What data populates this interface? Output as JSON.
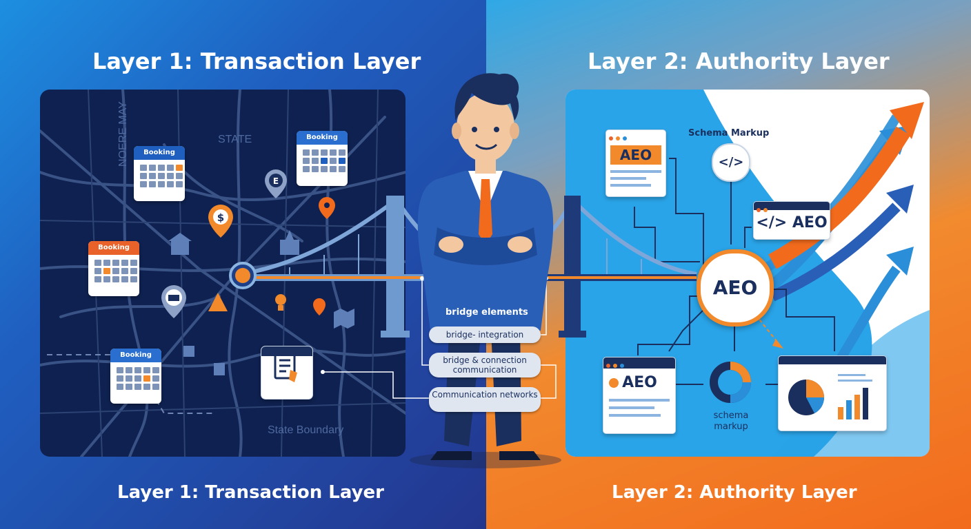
{
  "headings": {
    "left_top": "Layer 1: Transaction Layer",
    "right_top": "Layer 2: Authority Layer",
    "left_bottom": "Layer 1: Transaction Layer",
    "right_bottom": "Layer 2: Authority Layer"
  },
  "map": {
    "labels": {
      "vertical": "NOERE MAY",
      "state": "STATE",
      "boundary": "State Boundary"
    },
    "calendars": [
      {
        "label": "Booking",
        "color": "#1f5fc0"
      },
      {
        "label": "Booking",
        "color": "#2a6fd0"
      },
      {
        "label": "Booking",
        "color": "#e8622a"
      },
      {
        "label": "Booking",
        "color": "#2a6fd0"
      }
    ]
  },
  "bridge": {
    "title": "bridge elements",
    "items": [
      "bridge- integration",
      "bridge & connection communication",
      "Communication networks"
    ]
  },
  "authority": {
    "schema_title": "Schema Markup",
    "card_top_left": "AEO",
    "card_code": "</> AEO",
    "center_hub": "AEO",
    "card_bottom_left": "AEO",
    "schema_bottom": "schema markup"
  },
  "colors": {
    "accent_orange": "#f2892a",
    "navy": "#1a2f5e",
    "map_bg": "#0f2150",
    "sky": "#29a3e6"
  }
}
